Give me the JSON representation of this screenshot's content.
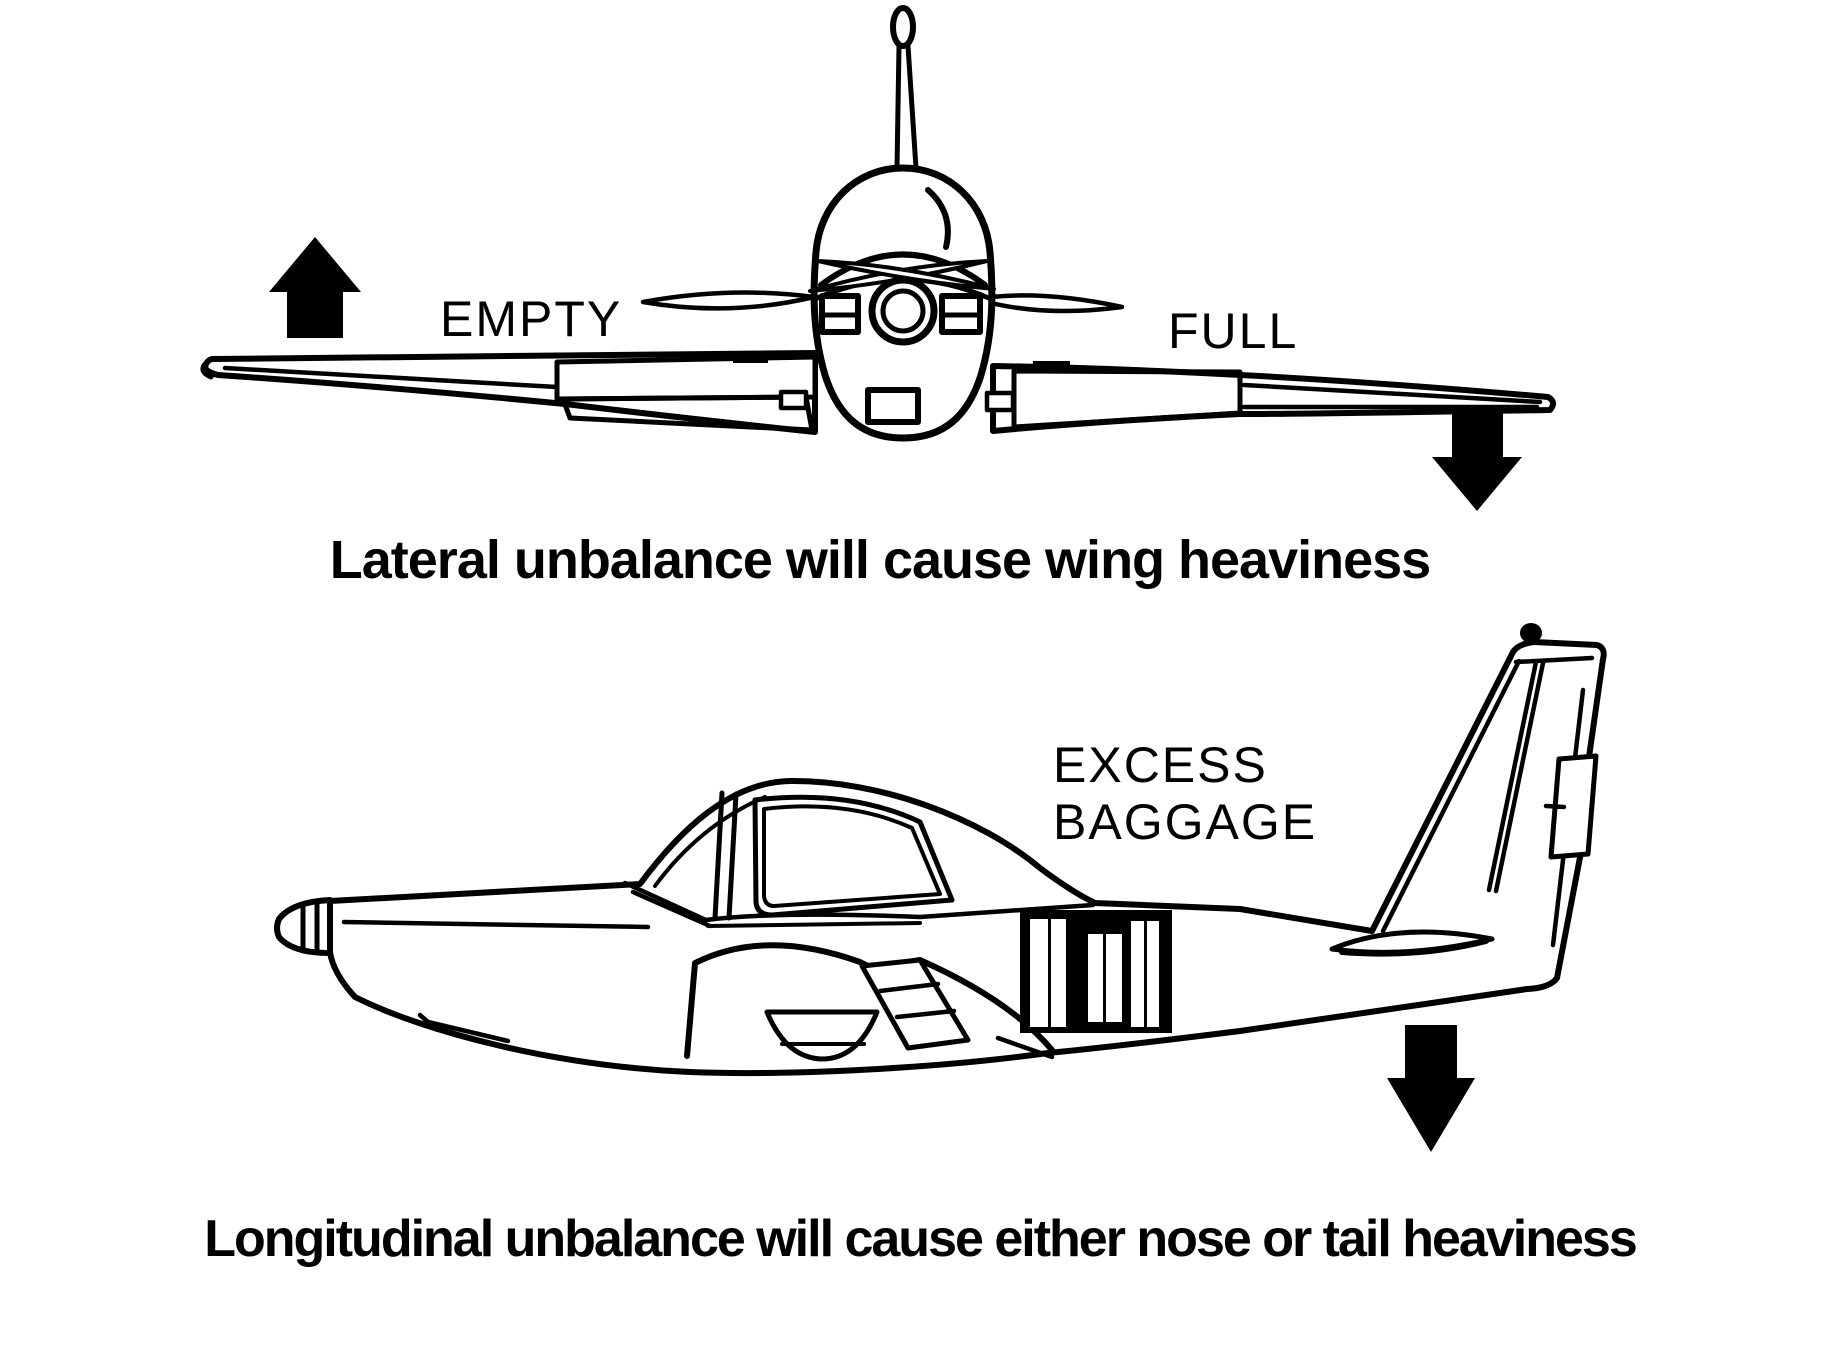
{
  "colors": {
    "ink": "#000000",
    "paper": "#ffffff"
  },
  "top_diagram": {
    "title_hint": "front view of airplane, banked right",
    "left_wing_label": "EMPTY",
    "right_wing_label": "FULL",
    "caption": "Lateral unbalance will cause wing heaviness",
    "icons": {
      "left": "up-arrow-icon",
      "right": "down-arrow-icon"
    }
  },
  "bottom_diagram": {
    "title_hint": "side view of airplane with loaded rear baggage compartment",
    "baggage_label_line1": "EXCESS",
    "baggage_label_line2": "BAGGAGE",
    "caption": "Longitudinal unbalance will cause either nose or tail heaviness",
    "icons": {
      "tail": "down-arrow-icon"
    }
  }
}
